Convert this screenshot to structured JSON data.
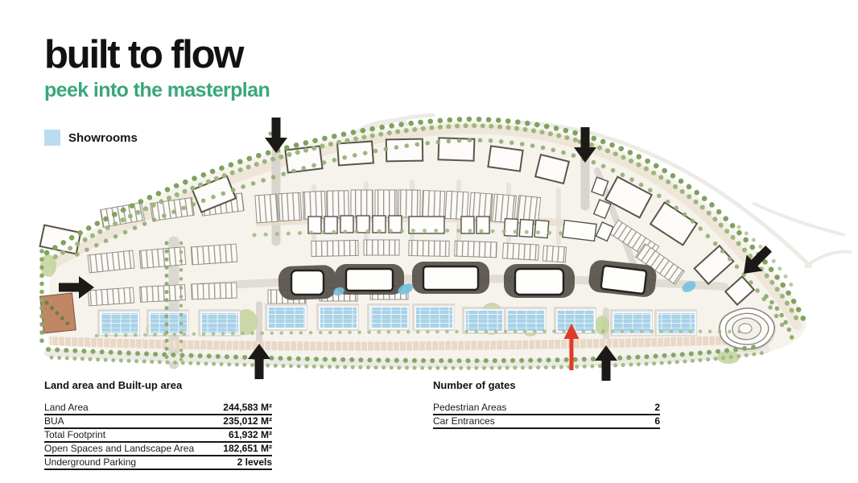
{
  "header": {
    "title": "built to flow",
    "subtitle": "peek into the masterplan"
  },
  "legend": {
    "label": "Showrooms",
    "swatch_color": "#b9dcf0"
  },
  "map": {
    "showroom_color": "#a9d2e8",
    "gate_arrow_count": 6,
    "highlight_arrow_color": "#e03a28"
  },
  "tables": {
    "land": {
      "title": "Land area and Built-up area",
      "rows": [
        {
          "label": "Land Area",
          "value": "244,583 M²"
        },
        {
          "label": "BUA",
          "value": "235,012 M²"
        },
        {
          "label": "Total Footprint",
          "value": "61,932 M²"
        },
        {
          "label": "Open Spaces and Landscape Area",
          "value": "182,651 M²"
        },
        {
          "label": "Underground Parking",
          "value": "2 levels"
        }
      ]
    },
    "gates": {
      "title": "Number of gates",
      "rows": [
        {
          "label": "Pedestrian Areas",
          "value": "2"
        },
        {
          "label": "Car Entrances",
          "value": "6"
        }
      ]
    }
  }
}
